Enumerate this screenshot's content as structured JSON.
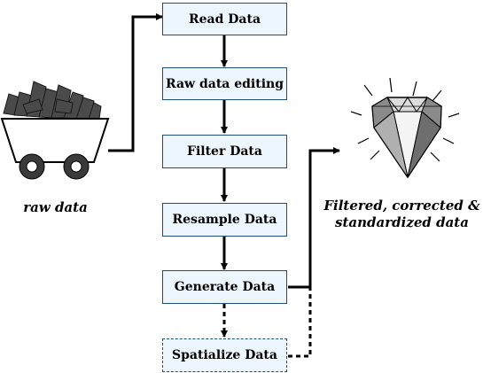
{
  "steps": [
    {
      "label": "Read Data",
      "style": "solid"
    },
    {
      "label": "Raw data editing",
      "style": "solid"
    },
    {
      "label": "Filter Data",
      "style": "solid"
    },
    {
      "label": "Resample Data",
      "style": "solid"
    },
    {
      "label": "Generate Data",
      "style": "solid"
    },
    {
      "label": "Spatialize Data",
      "style": "dashed"
    }
  ],
  "input": {
    "caption": "raw data",
    "icon": "mine-cart-icon"
  },
  "output": {
    "caption_line1": "Filtered, corrected &",
    "caption_line2": "standardized data",
    "icon": "diamond-icon"
  },
  "colors": {
    "box_fill": "#eef6fd",
    "box_border": "#1f4e79",
    "line": "#000000",
    "ore": "#4a4a4a"
  }
}
